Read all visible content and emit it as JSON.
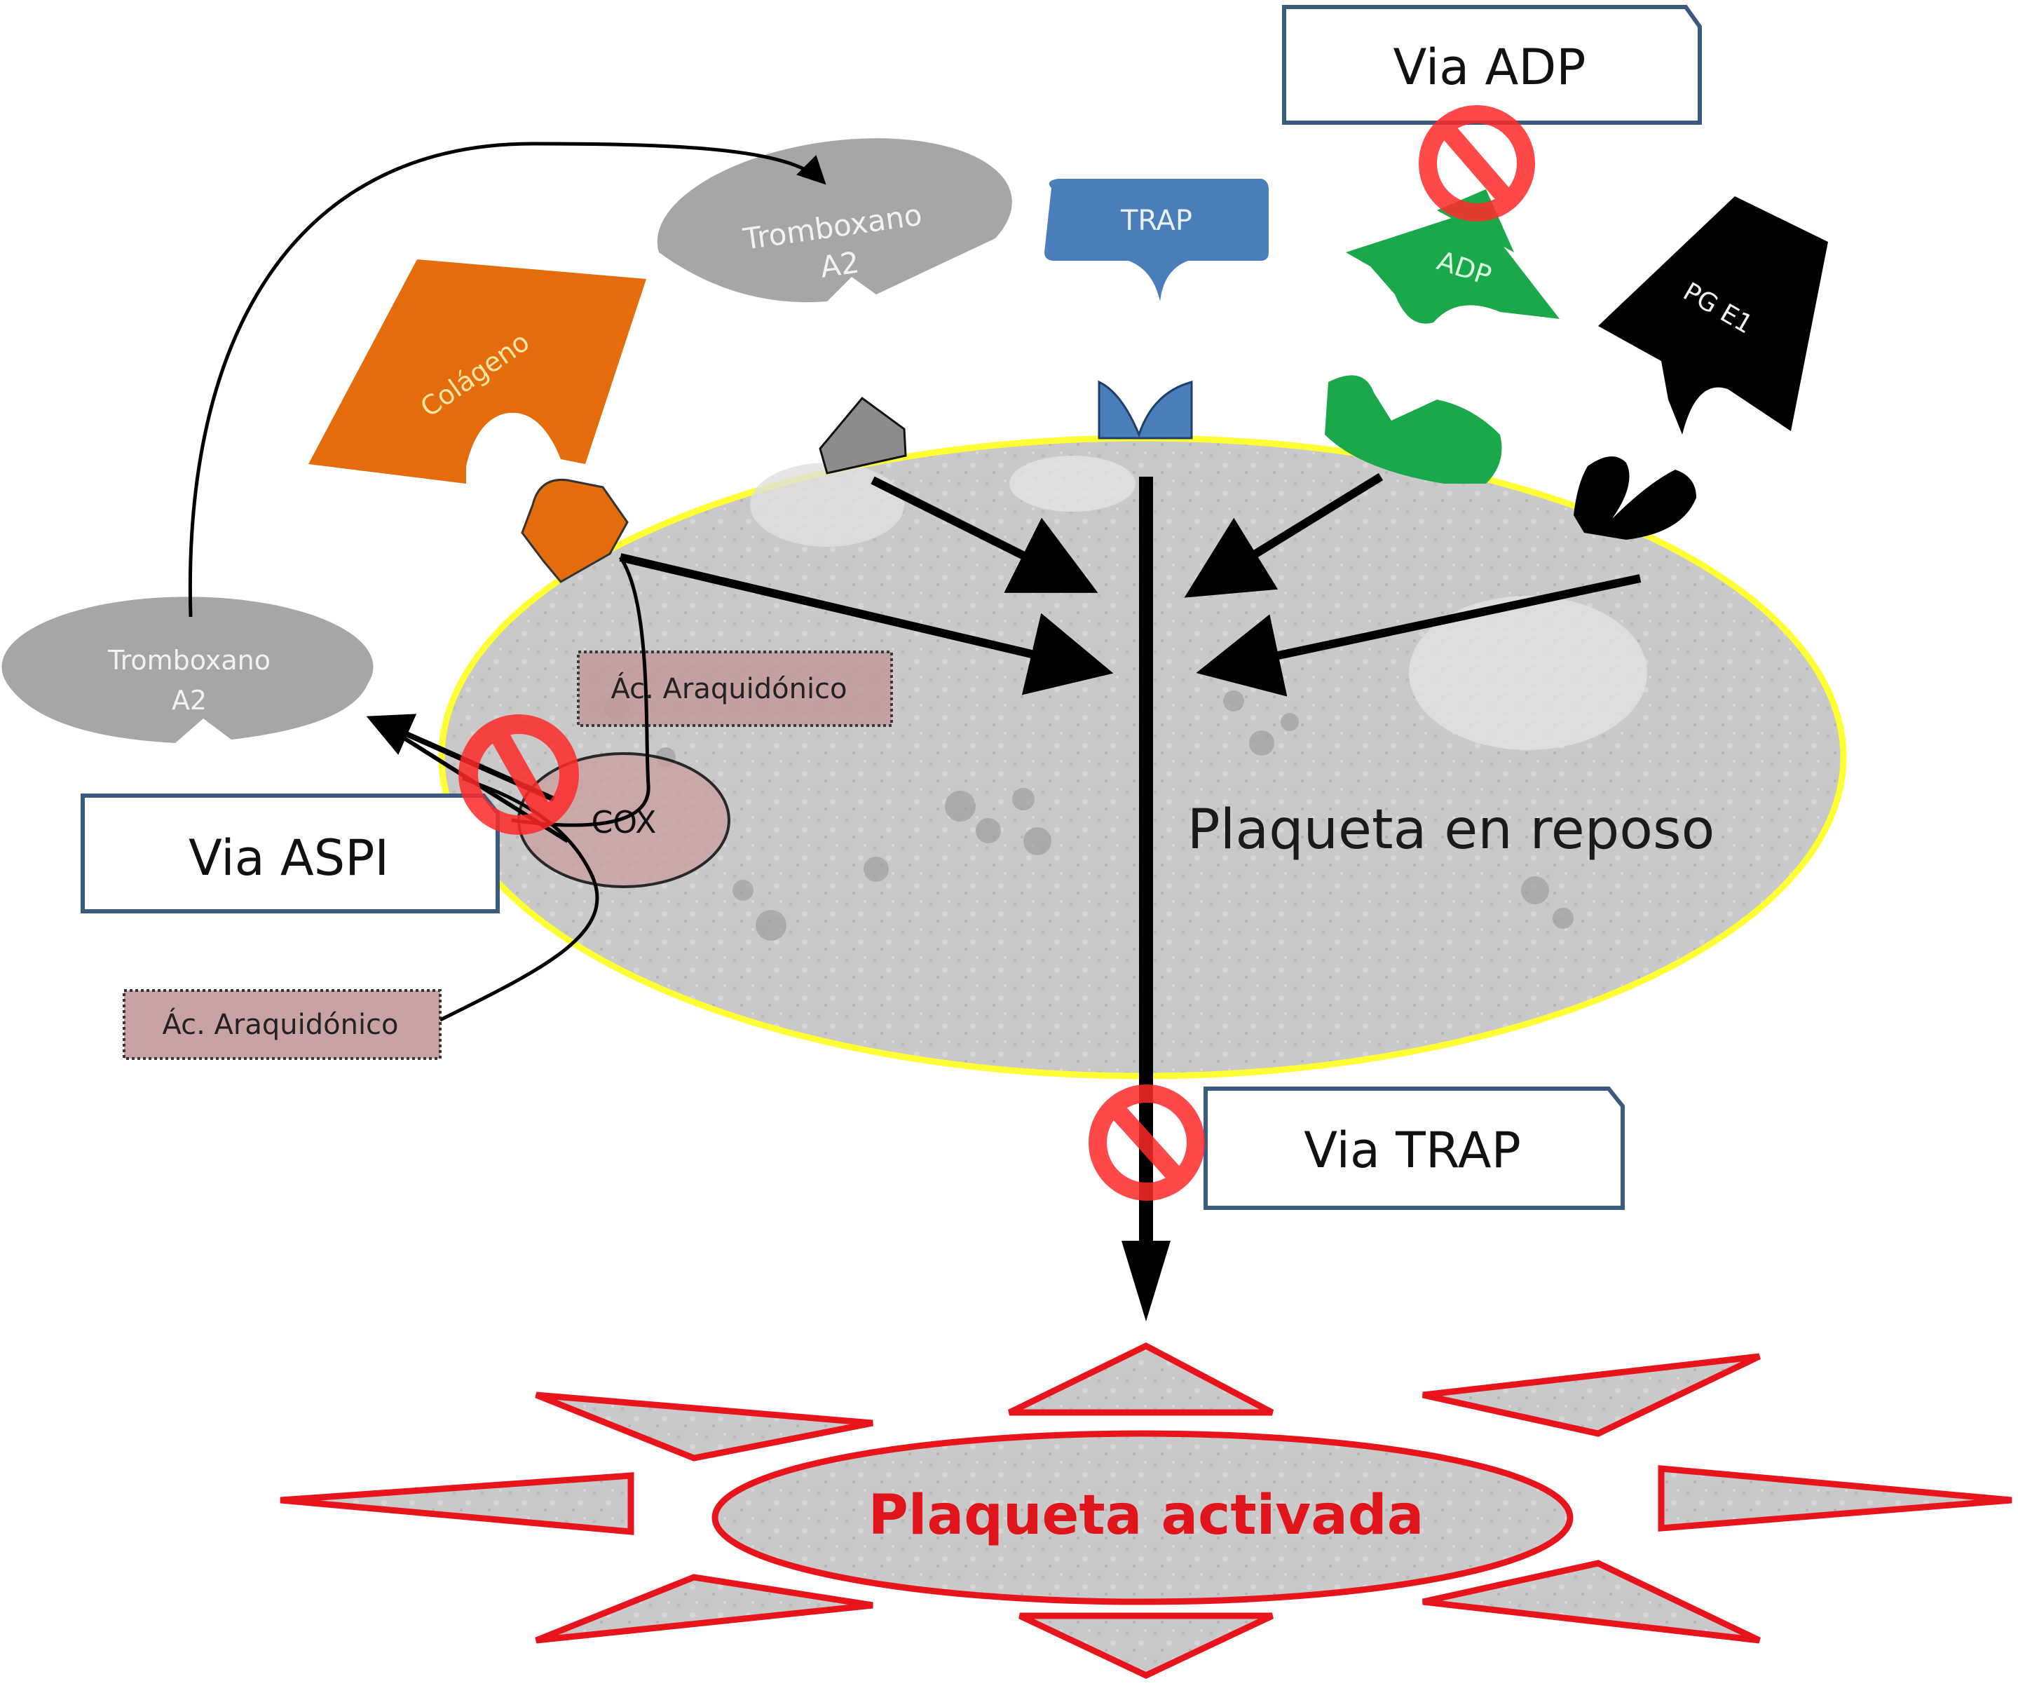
{
  "colors": {
    "thromboxane": "#a6a6a6",
    "collagen": "#e46c0a",
    "trap": "#4a7ebb",
    "adp": "#1aa84a",
    "pge1": "#000000",
    "membrane": "#ffff33",
    "platelet_fill": "#c8c8c8",
    "arachidonic_fill": "#c49a9a",
    "cox_fill": "#c9a0a0",
    "inhibit_red": "#ff2a2a",
    "activated_red": "#e8141b",
    "box_border": "#3b5a80"
  },
  "ligands": {
    "thromboxane_top": {
      "line1": "Tromboxano",
      "line2": "A2"
    },
    "thromboxane_left": {
      "line1": "Tromboxano",
      "line2": "A2"
    },
    "collagen": "Colágeno",
    "trap": "TRAP",
    "adp": "ADP",
    "pge1": "PG E1"
  },
  "pathways": {
    "adp": "Via ADP",
    "aspi": "Via ASPI",
    "trap": "Via TRAP"
  },
  "intracellular": {
    "arachidonic_inner": "Ác. Araquidónico",
    "arachidonic_outer": "Ác. Araquidónico",
    "cox": "COX"
  },
  "cells": {
    "resting": "Plaqueta en reposo",
    "activated": "Plaqueta activada"
  },
  "inhibitors": [
    {
      "target": "Via ADP",
      "icon": "prohibition-icon"
    },
    {
      "target": "Via ASPI",
      "icon": "prohibition-icon"
    },
    {
      "target": "Via TRAP",
      "icon": "prohibition-icon"
    }
  ]
}
